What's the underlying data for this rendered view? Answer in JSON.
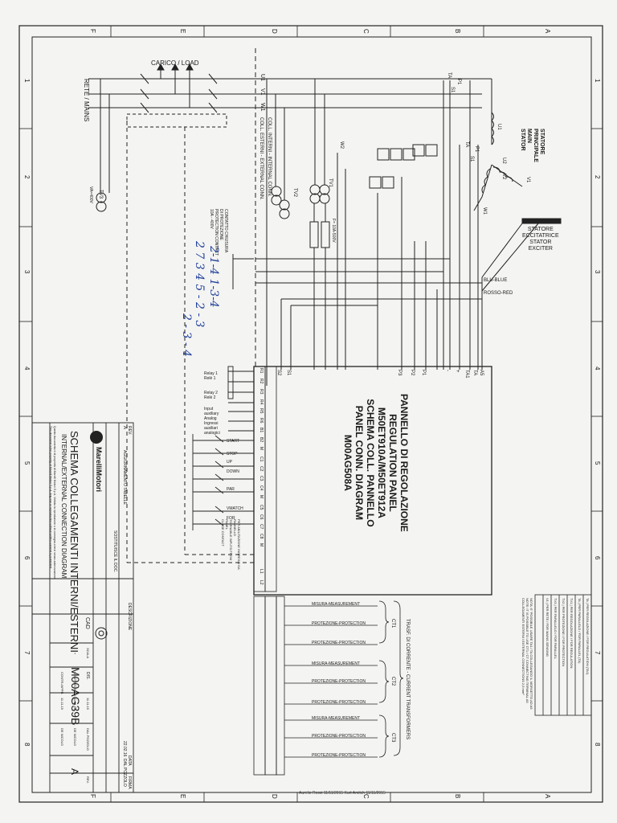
{
  "border": {
    "letters_top": [
      "F",
      "E",
      "D",
      "C",
      "B",
      "A"
    ],
    "letters_bottom": [
      "F",
      "E",
      "D",
      "C",
      "B",
      "A"
    ],
    "numbers_left": [
      "1",
      "2",
      "3",
      "4",
      "5",
      "6",
      "7",
      "8"
    ],
    "numbers_right": [
      "1",
      "2",
      "3",
      "4",
      "5",
      "6",
      "7",
      "8"
    ]
  },
  "power": {
    "load": "CARICO / LOAD",
    "mains": "RETE / MAINS",
    "phases": [
      "U1",
      "V1",
      "W1"
    ],
    "coll_note_1": "COLL. INTERNI - INTERNAL CONN.",
    "coll_note_2": "COLL. ESTERNI - EXTERNAL CONN.",
    "ta_labels": [
      "TA",
      "TA",
      "P1",
      "S1",
      "P1",
      "S1"
    ]
  },
  "stator": {
    "main": [
      "STATORE",
      "PRINCIPALE",
      "MAIN",
      "STATOR"
    ],
    "exciter": [
      "STATORE",
      "ECCITATRICE",
      "STATOR",
      "EXCITER"
    ],
    "terminals": [
      "U1",
      "U2",
      "V2",
      "W1",
      "W2",
      "V1"
    ],
    "blu": "BLU-BLUE",
    "rosso": "ROSSO-RED"
  },
  "transformers": {
    "tv1": "TV1",
    "tv2": "TV2",
    "tv3": "TV3",
    "fuse": "F= 10A-500V",
    "tv_rating": "VA=400V"
  },
  "contact_note": [
    "CONTATTO CHIUSURA",
    "DI PROTEZIONE",
    "PROTECTION CONTACT",
    "10A - 400V"
  ],
  "handwriting": [
    "2-1-4 1-3-4",
    "2 7 3 4  5 - 2 - 3",
    "2 - 3 - 4"
  ],
  "panel": {
    "title_lines": [
      "PANNELLO DI REGOLAZIONE",
      "REGULATION PANEL",
      "M50ET910A/M50ET912A",
      "SCHEMA COLL. PANNELLO",
      "PANEL CONN. DIAGRAM",
      "M00AG508A"
    ],
    "top_terminals": [
      "A5",
      "TA",
      "TA1",
      "+",
      "-",
      "P1",
      "P2",
      "P3",
      "S1",
      "S2"
    ],
    "left_terminals": [
      "R1",
      "R2",
      "R3",
      "R4",
      "R5",
      "R6",
      "B1",
      "B2",
      "M",
      "C1",
      "C2",
      "C3",
      "C4",
      "M",
      "C5",
      "C6",
      "C7",
      "C8",
      "M",
      "L1",
      "L2"
    ],
    "relay1": "Relay 1 Relè 1",
    "relay2": "Relay 2 Relè 2",
    "inputs": [
      "Input",
      "auxiliary",
      "Analog",
      "Ingressi",
      "ausiliari",
      "analogici"
    ],
    "commands": [
      "START",
      "STOP",
      "UP",
      "DOWN",
      "PAR",
      "VMATCH",
      "FOR"
    ],
    "remark": [
      "PER ABILITAZIONE INGRESSI DA",
      "PANNELLO",
      "TO ENABLE INPUTS FROM",
      "PANEL",
      "CLOSE CONTACT"
    ]
  },
  "ct_section": {
    "title": "TRASF. DI CORRENTE - CURRENT TRANSFORMERS",
    "groups": [
      "CT1",
      "CT2",
      "CT3"
    ],
    "rows": [
      "MISURA-MEASUREMENT",
      "PROTEZIONE-PROTECTION",
      "PROTEZIONE-PROTECTION",
      "MISURA-MEASUREMENT",
      "PROTEZIONE-PROTECTION",
      "PROTEZIONE-PROTECTION",
      "MISURA-MEASUREMENT",
      "PROTEZIONE-PROTECTION",
      "PROTEZIONE-PROTECTION"
    ]
  },
  "notes": [
    "TA | PER REGOLAZIONE / FOR REGULATION (TA1)",
    "TA | PER PARALLELO / FOR PARALLEL (TA)",
    "TV1 | PER REGOLAZIONE / FOR REGULATION",
    "TV2 | PER PROTEZIONE / FOR PROTECTION",
    "TV3 | PER PARALLELO / FOR PARALLEL",
    "V1 | PER RETE / FOR MAINS SENSING"
  ],
  "note_footer": [
    "NOTA: E' POSSIBILE USARE TA1 / TA COLLEGANDO IL MORSETTO AD A5",
    "NOTE: IT IS POSSIBLE TO USE CT1 / CT CONNECTING TERMINAL A5",
    "COLLEGAMENTI ESTERNI / EXTERNAL CONNECTIONS 2,5 mm²"
  ],
  "title_block": {
    "rev_header": [
      "REV.",
      "DESCRIZIONE",
      "DATA",
      "FIRMA"
    ],
    "rev_row": [
      "A",
      "AGGIORNAMENTO TABELLE",
      "SOSTITUISCE IL DOC.",
      "22.02.16",
      "DAL POZZOLO"
    ],
    "company": "MarelliMotori",
    "title_it": "SCHEMA COLLEGAMENTI INTERNI/ESTERNI",
    "title_en": "INTERNAL/EXTERNAL CONNECTION DIAGRAM",
    "disclaimer_1": "Questo documento è di proprietà di Marelli Motori S.p.A. Vietata la riproduzione o la consegna a terzi senza autorizzazione.",
    "disclaimer_2": "This document is the property of Marelli Motori S.p.A. Any use or reproduction without written consent is prohibited.",
    "cad": "CAD",
    "scale_label": "SCALA",
    "scale": "-",
    "dis_label": "DIS.",
    "contr_label": "CONTR./CHECK",
    "appr_label": "CONTR./APPR.",
    "dates": [
      "11.11.15",
      "11.11.15",
      "11.11.15"
    ],
    "signers": [
      "DAL POZZOLO",
      "DE NICOLO",
      "DE NICOLO"
    ],
    "doc_number": "M00AG39B",
    "rev": "A",
    "rev_label": "REV."
  },
  "stamp": "Aurelio Rossi 11/11/2015   Kurt Amitch 11/11/2015"
}
